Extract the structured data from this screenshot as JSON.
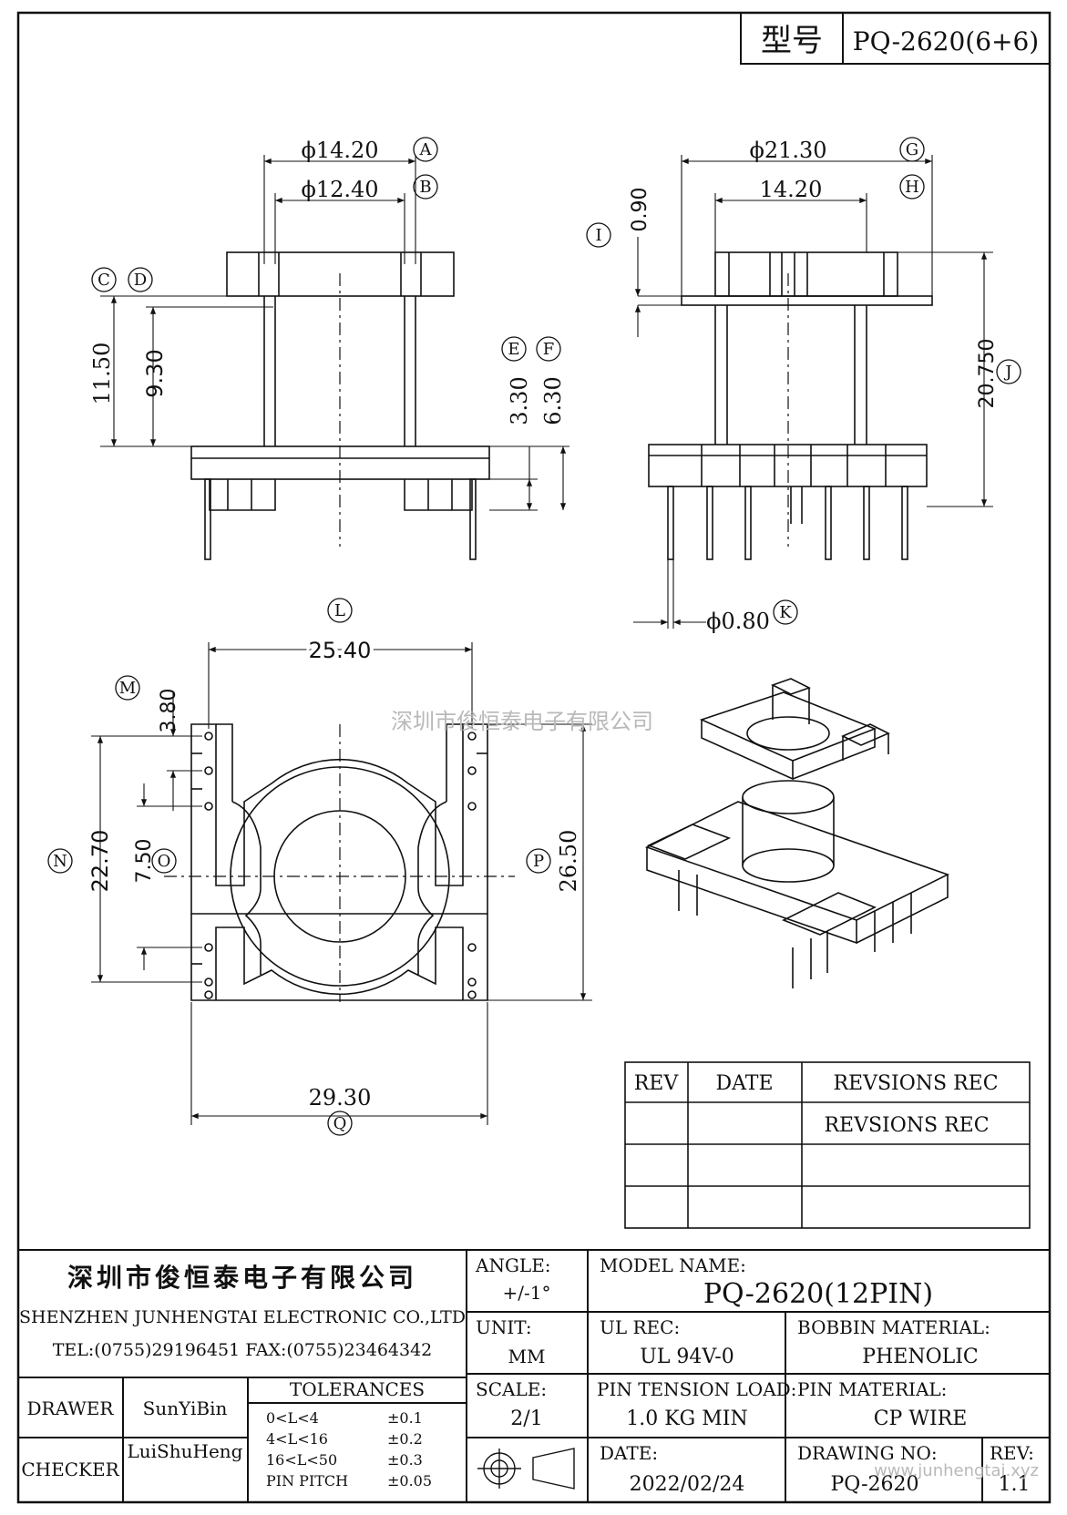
{
  "header": {
    "model_label": "型号",
    "model_value": "PQ-2620(6+6)"
  },
  "watermark": "深圳市俊恒泰电子有限公司",
  "footer_watermark": "www.junhengtai.xyz",
  "dimensions": {
    "d_phi1420": "ϕ14.20",
    "d_phi1240": "ϕ12.40",
    "d_1150": "11.50",
    "d_930": "9.30",
    "d_330": "3.30",
    "d_630": "6.30",
    "d_phi2130": "ϕ21.30",
    "d_1420": "14.20",
    "d_090": "0.90",
    "d_20750": "20.750",
    "d_phi080": "ϕ0.80",
    "d_2540": "25.40",
    "d_380": "3.80",
    "d_2270": "22.70",
    "d_750": "7.50",
    "d_2650": "26.50",
    "d_2930": "29.30"
  },
  "callouts": {
    "A": "A",
    "B": "B",
    "C": "C",
    "D": "D",
    "E": "E",
    "F": "F",
    "G": "G",
    "H": "H",
    "I": "I",
    "J": "J",
    "K": "K",
    "L": "L",
    "M": "M",
    "N": "N",
    "O": "O",
    "P": "P",
    "Q": "Q"
  },
  "revisions": {
    "col_rev": "REV",
    "col_date": "DATE",
    "col_rec": "REVSIONS REC",
    "row1_rec": "REVSIONS REC"
  },
  "title_block": {
    "company_cn": "深圳市俊恒泰电子有限公司",
    "company_en": "SHENZHEN JUNHENGTAI ELECTRONIC CO.,LTD",
    "contact": "TEL:(0755)29196451 FAX:(0755)23464342",
    "angle_label": "ANGLE:",
    "angle_value": "+/-1°",
    "model_name_label": "MODEL NAME:",
    "model_name_value": "PQ-2620(12PIN)",
    "unit_label": "UNIT:",
    "unit_value": "MM",
    "ul_label": "UL REC:",
    "ul_value": "UL 94V-0",
    "bobbin_label": "BOBBIN MATERIAL:",
    "bobbin_value": "PHENOLIC",
    "drawer_label": "DRAWER",
    "drawer_value": "SunYiBin",
    "checker_label": "CHECKER",
    "checker_value": "LuiShuHeng",
    "tol_title": "TOLERANCES",
    "tol_rows": [
      {
        "range": "0<L<4",
        "tol": "±0.1"
      },
      {
        "range": "4<L<16",
        "tol": "±0.2"
      },
      {
        "range": "16<L<50",
        "tol": "±0.3"
      },
      {
        "range": "PIN PITCH",
        "tol": "±0.05"
      }
    ],
    "scale_label": "SCALE:",
    "scale_value": "2/1",
    "pin_tension_label": "PIN TENSION LOAD:",
    "pin_tension_value": "1.0 KG MIN",
    "pin_mat_label": "PIN MATERIAL:",
    "pin_mat_value": "CP WIRE",
    "date_label": "DATE:",
    "date_value": "2022/02/24",
    "drawing_no_label": "DRAWING NO:",
    "drawing_no_value": "PQ-2620",
    "rev_label": "REV:",
    "rev_value": "1.1"
  }
}
